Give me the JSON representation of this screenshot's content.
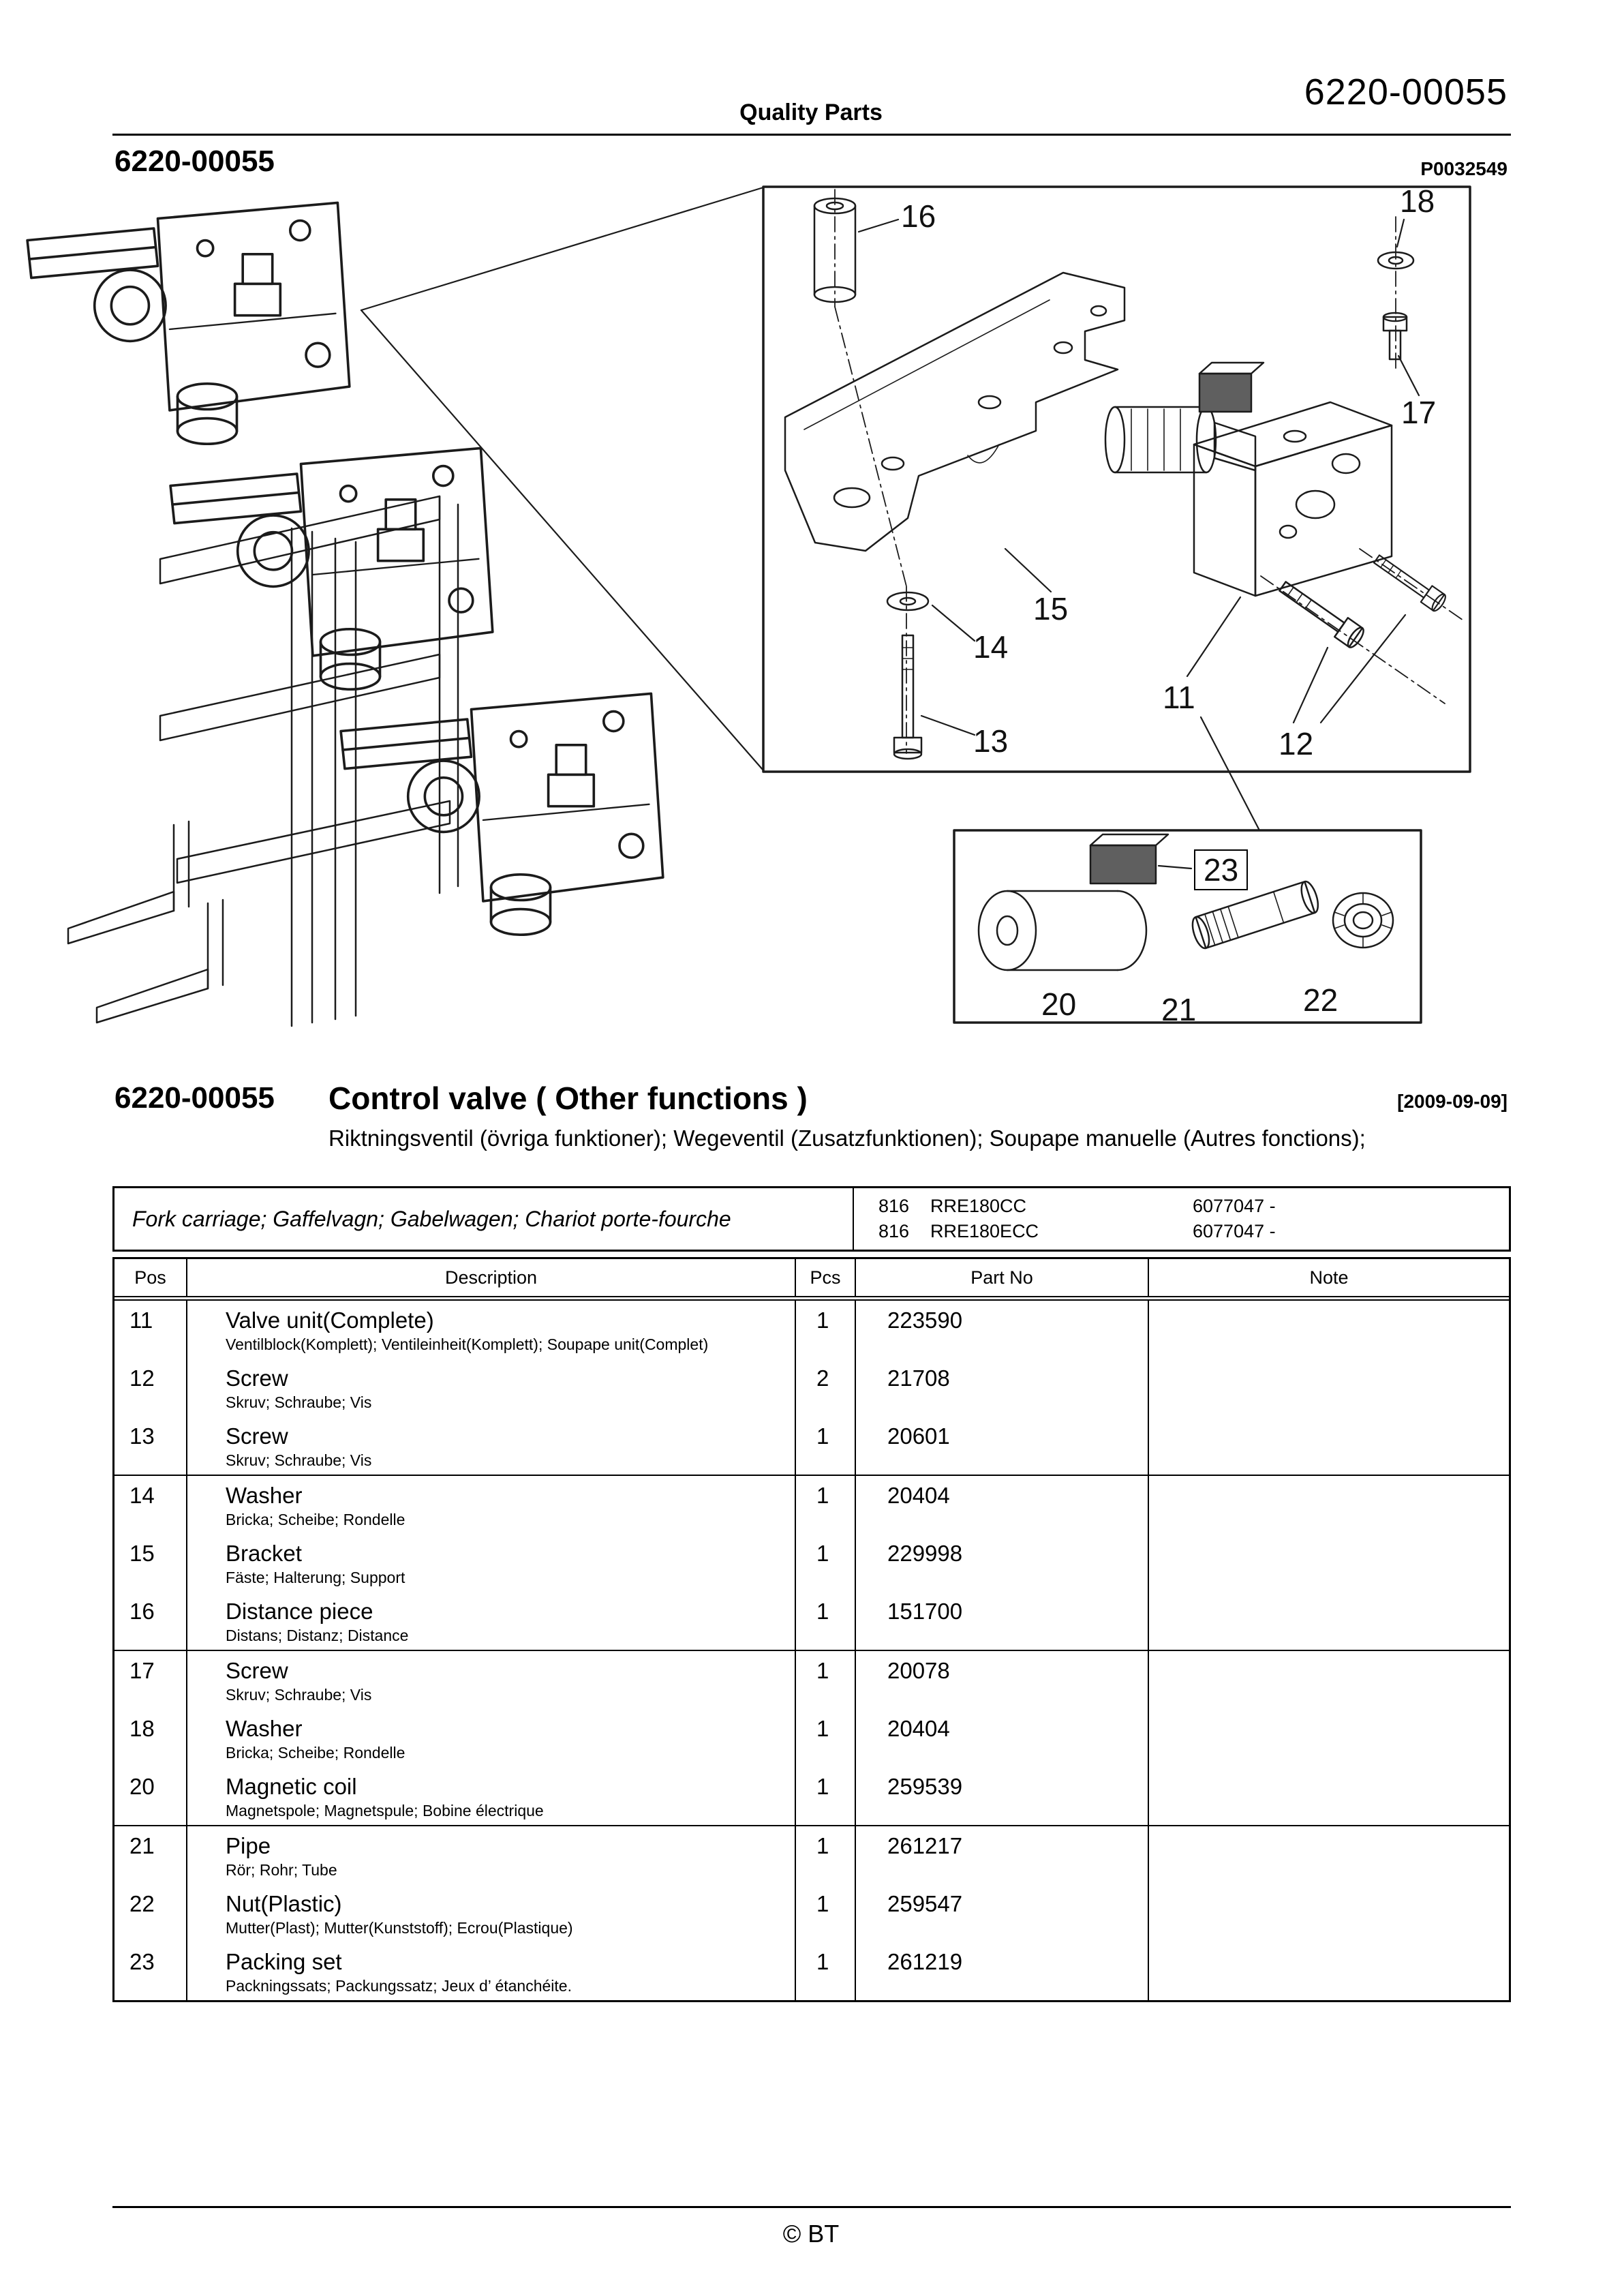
{
  "page": {
    "header_center": "Quality Parts",
    "header_right": "6220-00055",
    "doc_number": "6220-00055",
    "figure_ref": "P0032549",
    "footer": "© BT"
  },
  "figure": {
    "callouts": {
      "n11": "11",
      "n12": "12",
      "n13": "13",
      "n14": "14",
      "n15": "15",
      "n16": "16",
      "n17": "17",
      "n18": "18",
      "n20": "20",
      "n21": "21",
      "n22": "22",
      "n23": "23"
    }
  },
  "section": {
    "number": "6220-00055",
    "title": "Control valve ( Other functions )",
    "date": "[2009-09-09]",
    "subtitle": "Riktningsventil (övriga funktioner); Wegeventil (Zusatzfunktionen); Soupape manuelle (Autres fonctions);"
  },
  "table": {
    "model_header": {
      "title": "Fork carriage; Gaffelvagn; Gabelwagen; Chariot porte-fourche",
      "models": [
        {
          "code": "816",
          "name": "RRE180CC",
          "serial": "6077047 -"
        },
        {
          "code": "816",
          "name": "RRE180ECC",
          "serial": "6077047 -"
        }
      ]
    },
    "columns": {
      "pos": "Pos",
      "description": "Description",
      "pcs": "Pcs",
      "part_no": "Part No",
      "note": "Note"
    },
    "rows": [
      {
        "pos": "11",
        "description": "Valve unit(Complete)",
        "description_i18n": "Ventilblock(Komplett); Ventileinheit(Komplett); Soupape unit(Complet)",
        "pcs": "1",
        "part_no": "223590",
        "note": ""
      },
      {
        "pos": "12",
        "description": "Screw",
        "description_i18n": "Skruv; Schraube; Vis",
        "pcs": "2",
        "part_no": "21708",
        "note": ""
      },
      {
        "pos": "13",
        "description": "Screw",
        "description_i18n": "Skruv; Schraube; Vis",
        "pcs": "1",
        "part_no": "20601",
        "note": ""
      },
      {
        "pos": "14",
        "description": "Washer",
        "description_i18n": "Bricka; Scheibe; Rondelle",
        "pcs": "1",
        "part_no": "20404",
        "note": ""
      },
      {
        "pos": "15",
        "description": "Bracket",
        "description_i18n": "Fäste; Halterung; Support",
        "pcs": "1",
        "part_no": "229998",
        "note": ""
      },
      {
        "pos": "16",
        "description": "Distance piece",
        "description_i18n": "Distans; Distanz; Distance",
        "pcs": "1",
        "part_no": "151700",
        "note": ""
      },
      {
        "pos": "17",
        "description": "Screw",
        "description_i18n": "Skruv; Schraube; Vis",
        "pcs": "1",
        "part_no": "20078",
        "note": ""
      },
      {
        "pos": "18",
        "description": "Washer",
        "description_i18n": "Bricka; Scheibe; Rondelle",
        "pcs": "1",
        "part_no": "20404",
        "note": ""
      },
      {
        "pos": "20",
        "description": "Magnetic coil",
        "description_i18n": "Magnetspole; Magnetspule; Bobine électrique",
        "pcs": "1",
        "part_no": "259539",
        "note": ""
      },
      {
        "pos": "21",
        "description": "Pipe",
        "description_i18n": "Rör; Rohr; Tube",
        "pcs": "1",
        "part_no": "261217",
        "note": ""
      },
      {
        "pos": "22",
        "description": "Nut(Plastic)",
        "description_i18n": "Mutter(Plast); Mutter(Kunststoff); Ecrou(Plastique)",
        "pcs": "1",
        "part_no": "259547",
        "note": ""
      },
      {
        "pos": "23",
        "description": "Packing set",
        "description_i18n": "Packningssats; Packungssatz; Jeux d’ étanchéite.",
        "pcs": "1",
        "part_no": "261219",
        "note": ""
      }
    ]
  }
}
